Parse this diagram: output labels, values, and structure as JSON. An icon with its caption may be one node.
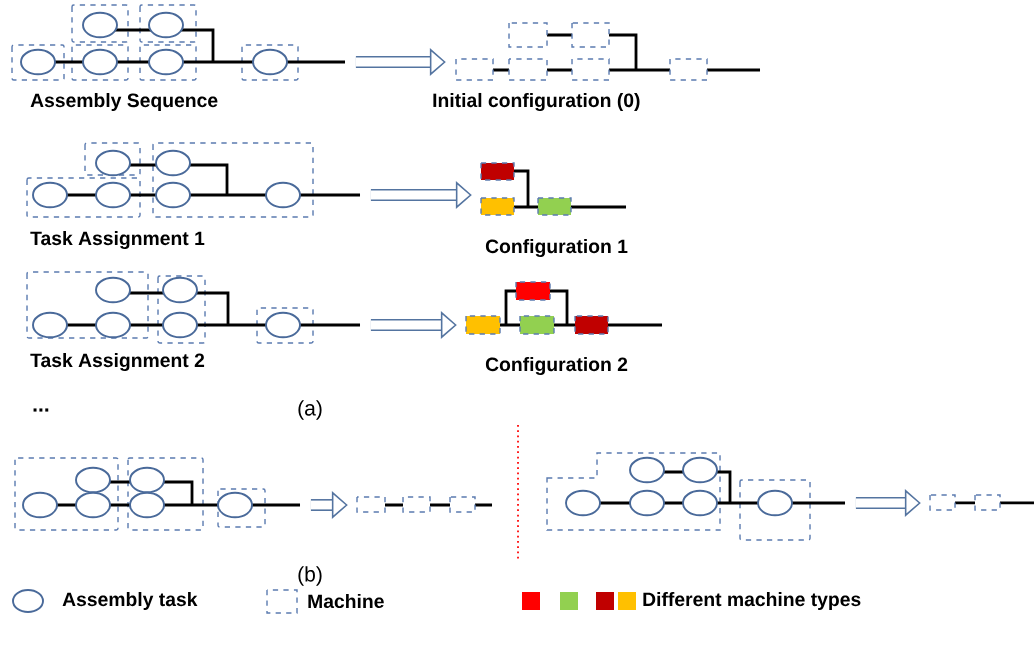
{
  "diagram": {
    "nodes": [
      {
        "text": [
          "Assembly Sequence"
        ]
      },
      {
        "text": [
          "Initial configuration (0)"
        ]
      },
      {
        "text": [
          "Task Assignment 1"
        ]
      },
      {
        "text": [
          "Configuration 1"
        ]
      },
      {
        "text": [
          "Task Assignment 2"
        ]
      },
      {
        "text": [
          "Configuration 2"
        ]
      },
      {
        "text": [],
        "shape": "picture"
      },
      {
        "text": [],
        "shape": "picture"
      },
      {
        "text": [],
        "shape": "picture"
      },
      {
        "text": [],
        "shape": "picture"
      }
    ],
    "edges": [
      {
        "from": 0,
        "to": 1,
        "arrow": "to"
      },
      {
        "from": 2,
        "to": 3,
        "arrow": "to"
      },
      {
        "from": 4,
        "to": 5,
        "arrow": "to"
      },
      {
        "from": 6,
        "to": 7,
        "arrow": "to"
      },
      {
        "from": 8,
        "to": 9,
        "arrow": "to"
      }
    ],
    "labels": [
      "...",
      "(a)",
      "(b)"
    ],
    "legend": [
      {
        "text": "Assembly task"
      },
      {
        "text": "Machine"
      },
      {
        "text": "Different machine types"
      }
    ]
  }
}
